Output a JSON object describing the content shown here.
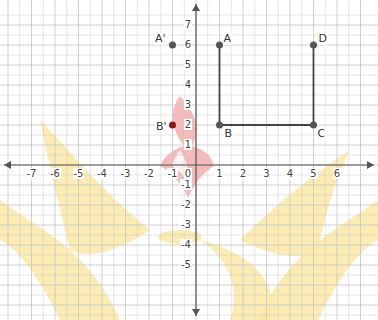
{
  "diagram": {
    "labels": [
      "-7",
      "-6",
      "-5",
      "-4",
      "-3",
      "-2",
      "-1",
      "0",
      "1",
      "2",
      "3",
      "4",
      "5",
      "6",
      "7",
      "6",
      "5",
      "4",
      "3",
      "2",
      "1",
      "-1",
      "-2",
      "-3",
      "-4",
      "-5",
      "A'",
      "A",
      "B'",
      "B",
      "C",
      "D"
    ]
  }
}
